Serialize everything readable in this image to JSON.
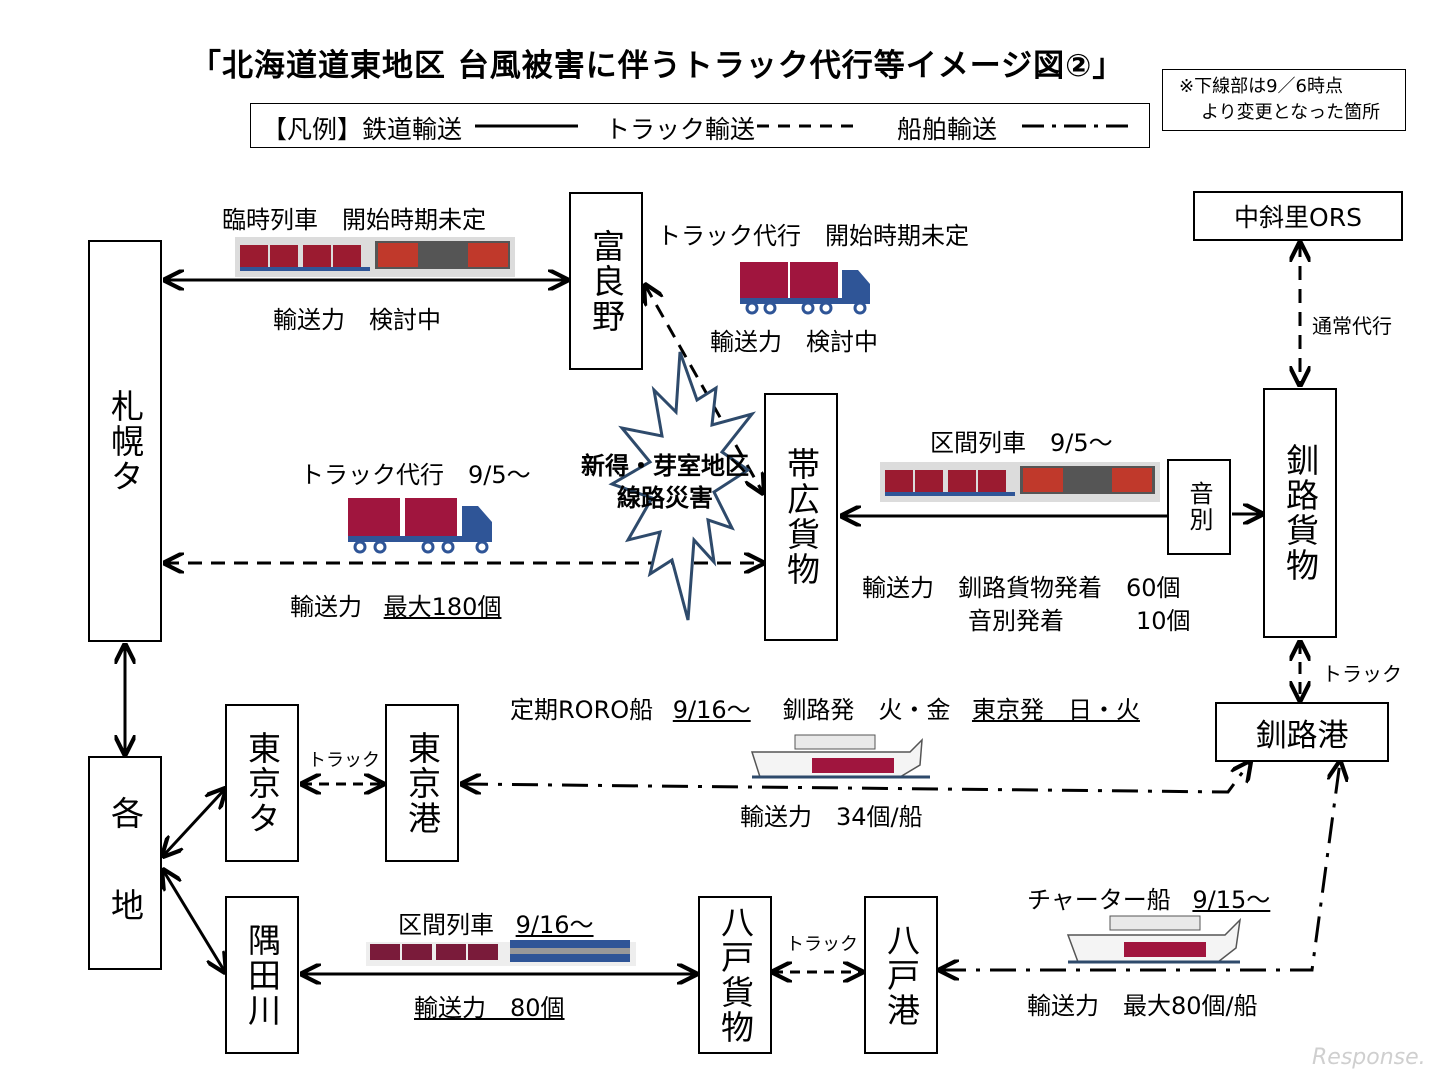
{
  "title": "「北海道道東地区 台風被害に伴うトラック代行等イメージ図②」",
  "legend": {
    "prefix": "【凡例】鉄道輸送",
    "truck": "トラック輸送",
    "ship": "船舶輸送"
  },
  "note": {
    "line1": "※下線部は9／6時点",
    "line2": "より変更となった箇所"
  },
  "nodes": {
    "sapporo": "札幌タ",
    "furano": "富良野",
    "obihiro": "帯広貨物",
    "otobetsu": "音別",
    "kushiro_freight": "釧路貨物",
    "nakashari": "中斜里ORS",
    "kushiro_port": "釧路港",
    "kakuchi": "各 地",
    "tokyo_terminal": "東京タ",
    "tokyo_port": "東京港",
    "sumidagawa": "隅田川",
    "hachinohe_freight": "八戸貨物",
    "hachinohe_port": "八戸港"
  },
  "labels": {
    "temp_train": "臨時列車　開始時期未定",
    "cap_review1": "輸送力　検討中",
    "truck_furano": "トラック代行　開始時期未定",
    "cap_review2": "輸送力　検討中",
    "normal_sub": "通常代行",
    "section_train": "区間列車　9/5～",
    "truck_obihiro": "トラック代行　9/5～",
    "cap_max180_prefix": "輸送力",
    "cap_max180": "最大180個",
    "cap_kushiro_line1": "輸送力　釧路貨物発着　60個",
    "cap_kushiro_line2": "音別発着　　　10個",
    "disaster_line1": "新得・芽室地区",
    "disaster_line2": "線路災害",
    "truck_small1": "トラック",
    "truck_small2": "トラック",
    "truck_small3": "トラック",
    "roro_prefix": "定期RORO船",
    "roro_date": "9/16～",
    "roro_mid": "釧路発　火・金",
    "roro_tokyo": "東京発　日・火",
    "cap_34": "輸送力　34個/船",
    "charter_prefix": "チャーター船",
    "charter_date": "9/15～",
    "cap_max80": "輸送力　最大80個/船",
    "section_train2_prefix": "区間列車",
    "section_train2_date": "9/16～",
    "cap_80": "輸送力　80個"
  },
  "colors": {
    "line": "#000000",
    "train_red": "#9b1b30",
    "container_red": "#a0153e",
    "truck_blue": "#2f5597",
    "explosion_stroke": "#2e4a6b"
  },
  "watermark": "Response."
}
